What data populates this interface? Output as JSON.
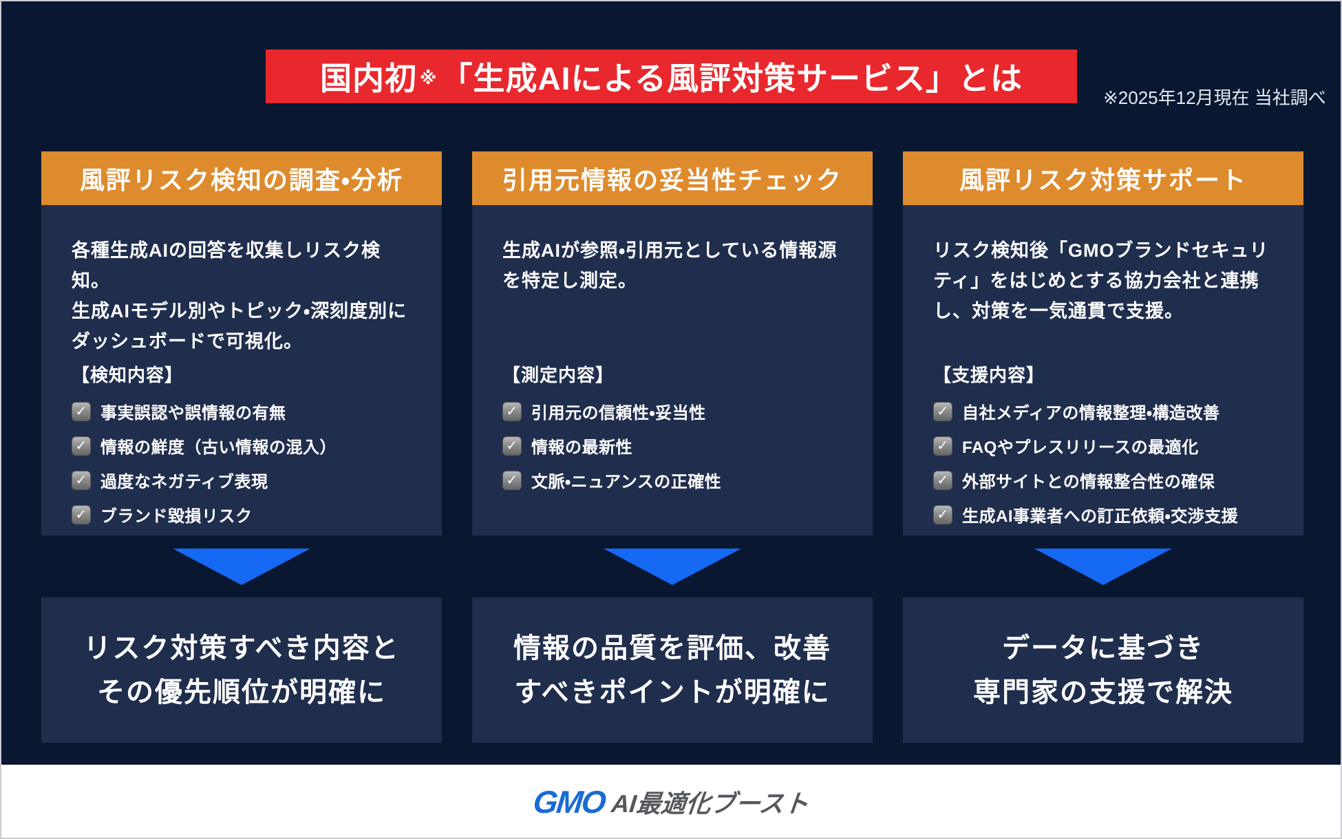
{
  "header": {
    "title_prefix": "国内初",
    "title_note_mark": "※",
    "title_rest": "「生成AIによる風評対策サービス」とは",
    "note": "※2025年12月現在 当社調べ"
  },
  "icons": {
    "check": "✓"
  },
  "columns": [
    {
      "header": "風評リスク検知の調査・分析",
      "description_lines": [
        "各種生成AIの回答を収集しリスク検知。",
        "生成AIモデル別やトピック・深刻度別に",
        "ダッシュボードで可視化。"
      ],
      "list_title": "【検知内容】",
      "items": [
        "事実誤認や誤情報の有無",
        "情報の鮮度（古い情報の混入）",
        "過度なネガティブ表現",
        "ブランド毀損リスク"
      ],
      "result_lines": [
        "リスク対策すべき内容と",
        "その優先順位が明確に"
      ]
    },
    {
      "header": "引用元情報の妥当性チェック",
      "description_lines": [
        "生成AIが参照・引用元としている情報源",
        "を特定し測定。"
      ],
      "list_title": "【測定内容】",
      "items": [
        "引用元の信頼性・妥当性",
        "情報の最新性",
        "文脈・ニュアンスの正確性"
      ],
      "result_lines": [
        "情報の品質を評価、改善",
        "すべきポイントが明確に"
      ]
    },
    {
      "header": "風評リスク対策サポート",
      "description_lines": [
        "リスク検知後「GMOブランドセキュリ",
        "ティ」をはじめとする協力会社と連携",
        "し、対策を一気通貫で支援。"
      ],
      "list_title": "【支援内容】",
      "items": [
        "自社メディアの情報整理・構造改善",
        "FAQやプレスリリースの最適化",
        "外部サイトとの情報整合性の確保",
        "生成AI事業者への訂正依頼・交渉支援"
      ],
      "result_lines": [
        "データに基づき",
        "専門家の支援で解決"
      ]
    }
  ],
  "footer": {
    "logo_gmo": "GMO",
    "logo_text": "AI最適化ブースト"
  },
  "colors": {
    "bg": "#0a1731",
    "box": "#202e4d",
    "orange": "#de8b2d",
    "red": "#e8282d",
    "arrow": "#1569f2",
    "gmo-blue": "#1a6bd4",
    "logo-gray": "#55585c"
  }
}
